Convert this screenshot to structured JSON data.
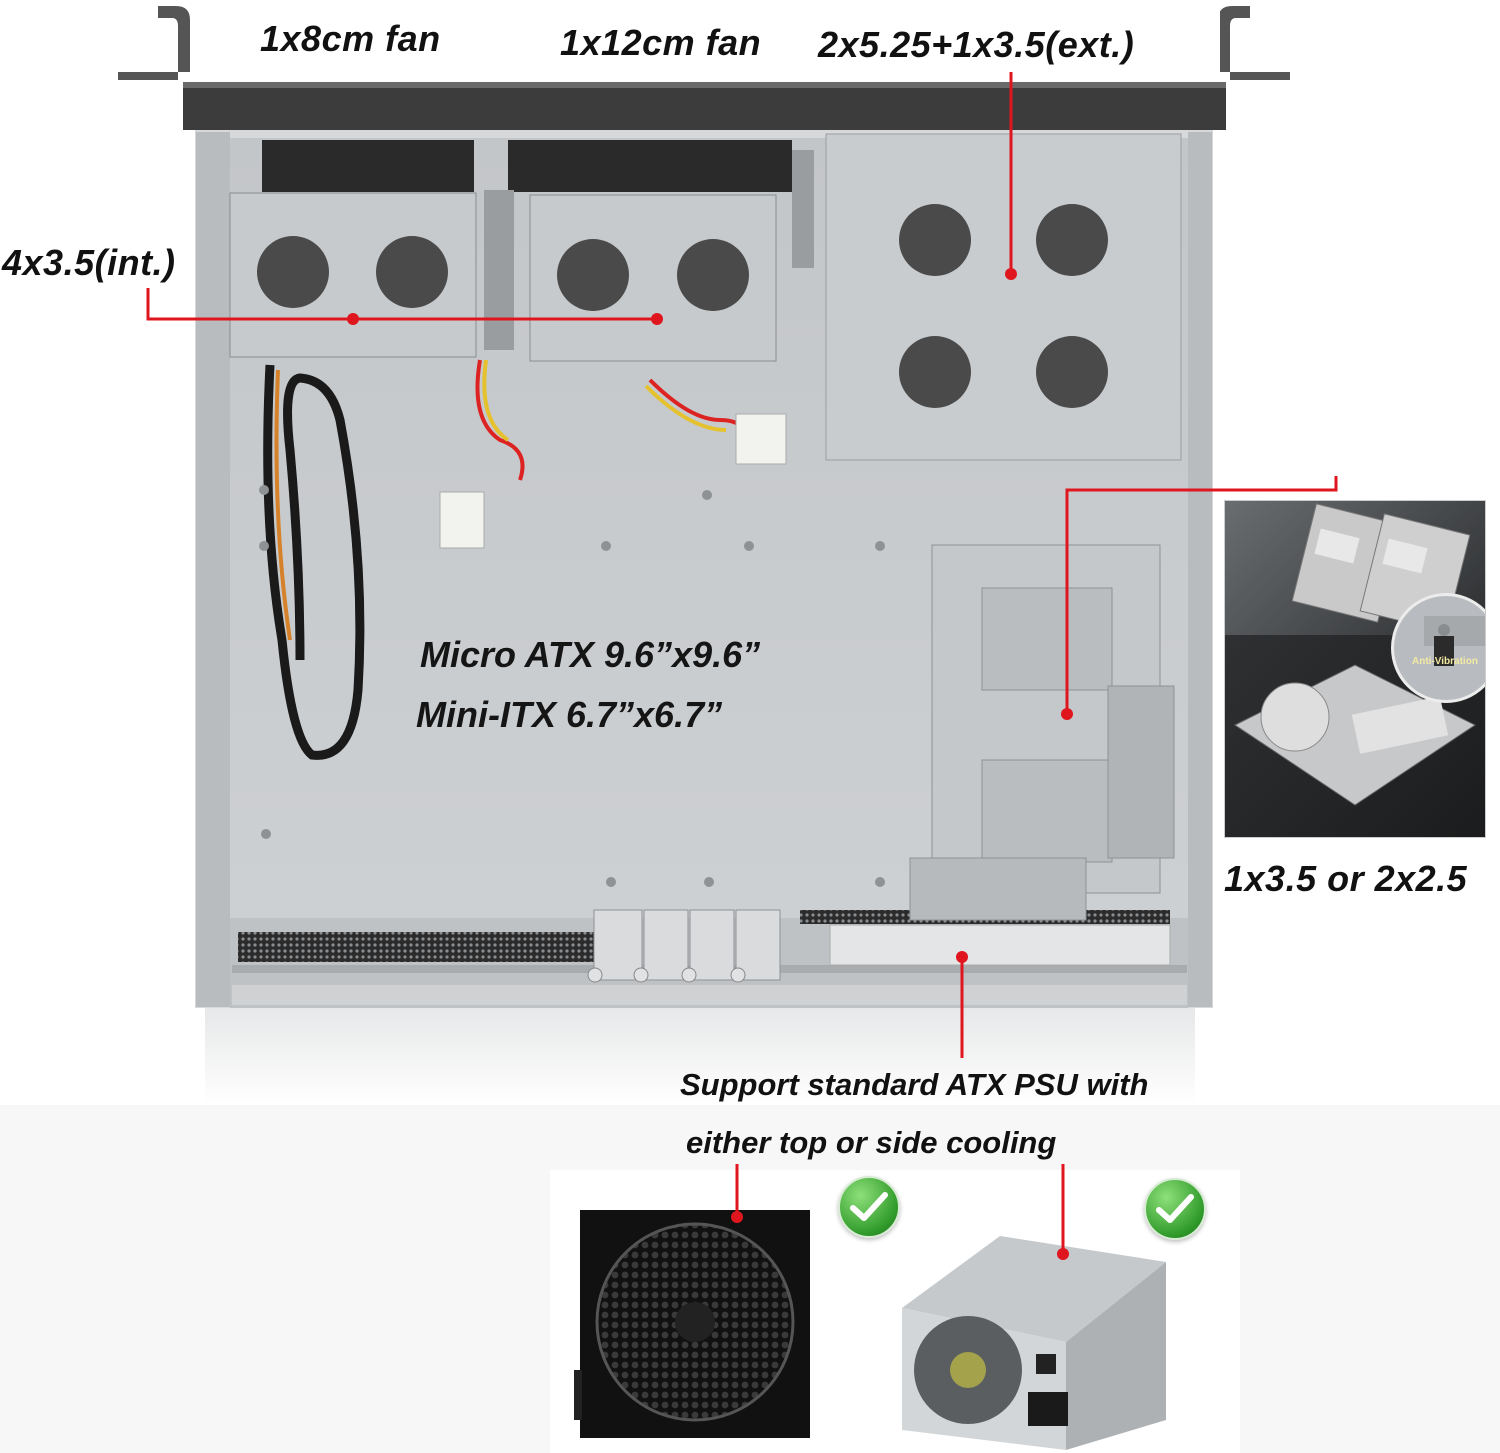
{
  "callouts": {
    "fan_8cm": "1x8cm fan",
    "fan_12cm": "1x12cm fan",
    "ext_bays": "2x5.25+1x3.5(ext.)",
    "int_bays": "4x3.5(int.)",
    "hdd_option": "1x3.5 or 2x2.5",
    "psu_line1": "Support standard ATX PSU with",
    "psu_line2": "either top or side cooling"
  },
  "board": {
    "micro_atx": "Micro ATX 9.6”x9.6”",
    "mini_itx": "Mini-ITX 6.7”x6.7”"
  },
  "inset": {
    "lens_text": "Anti-Vibration"
  },
  "colors": {
    "callout_line": "#e0161f",
    "chassis": "#c9cccf",
    "check_green": "#3ea83a"
  },
  "icons": [
    "check-icon",
    "check-icon"
  ]
}
